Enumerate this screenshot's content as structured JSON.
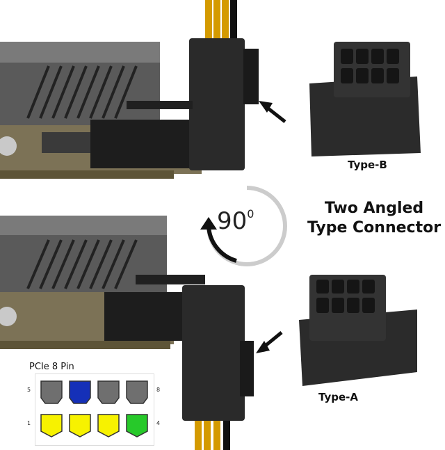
{
  "labels": {
    "type_b": "Type-B",
    "type_a": "Type-A",
    "headline_line1": "Two Angled",
    "headline_line2": "Type Connector",
    "rotation": "90",
    "rotation_sup": "0"
  },
  "pinout": {
    "title": "PCIe 8 Pin",
    "numbers": {
      "top_left": "5",
      "top_right": "8",
      "bottom_left": "1",
      "bottom_right": "4"
    },
    "top_row_colors": [
      "#6f6f6f",
      "#1530b8",
      "#6f6f6f",
      "#6f6f6f"
    ],
    "bottom_row_colors": [
      "#f7f200",
      "#f7f200",
      "#f7f200",
      "#27c92a"
    ]
  },
  "colors": {
    "connector": "#2a2a2a",
    "wire_yellow": "#d49a00",
    "wire_black": "#111111",
    "pcb": "#6b6041"
  }
}
